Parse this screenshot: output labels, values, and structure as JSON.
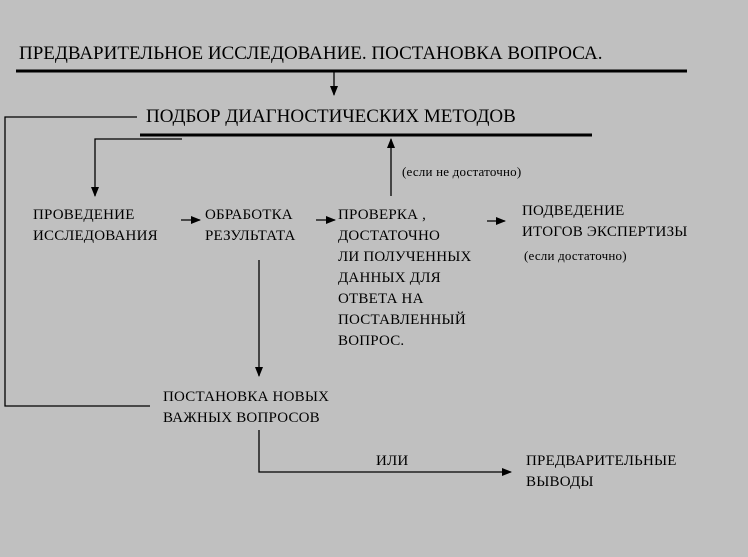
{
  "nodes": {
    "preliminary_study": "ПРЕДВАРИТЕЛЬНОЕ ИССЛЕДОВАНИЕ. ПОСТАНОВКА ВОПРОСА.",
    "method_selection": "ПОДБОР ДИАГНОСТИЧЕСКИХ МЕТОДОВ",
    "conduct_study": "ПРОВЕДЕНИЕ\nИССЛЕДОВАНИЯ",
    "process_results": "ОБРАБОТКА\nРЕЗУЛЬТАТА",
    "check_sufficiency": "ПРОВЕРКА ,\nДОСТАТОЧНО\nЛИ ПОЛУЧЕННЫХ\nДАННЫХ ДЛЯ\nОТВЕТА НА\nПОСТАВЛЕННЫЙ\nВОПРОС.",
    "summarize": "ПОДВЕДЕНИЕ\nИТОГОВ ЭКСПЕРТИЗЫ",
    "new_questions": "ПОСТАНОВКА НОВЫХ\nВАЖНЫХ ВОПРОСОВ",
    "preliminary_conclusions": "ПРЕДВАРИТЕЛЬНЫЕ\nВЫВОДЫ"
  },
  "edge_labels": {
    "if_not_enough": "(если не достаточно)",
    "if_enough": "(если достаточно)",
    "or": "ИЛИ"
  },
  "colors": {
    "background": "#c0c0c0",
    "ink": "#000000"
  }
}
